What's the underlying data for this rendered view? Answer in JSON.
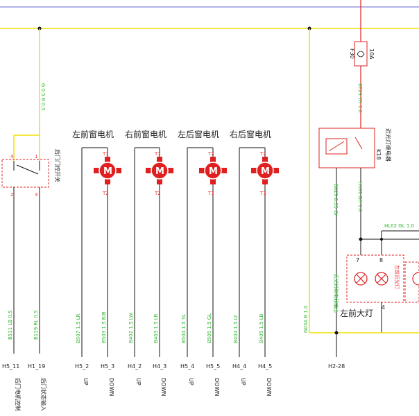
{
  "motors": [
    {
      "title": "左前窗电机",
      "top": "T1",
      "bottom": "T2",
      "wire_up": "B507 1.5 LR",
      "wire_down": "B503 1.5 B/B",
      "pin_up": "H5_2",
      "pin_down": "H5_3"
    },
    {
      "title": "右前窗电机",
      "top": "T1",
      "bottom": "T2",
      "wire_up": "B402 1.5 LW",
      "wire_down": "B403 1.5 LR",
      "pin_up": "H4_2",
      "pin_down": "H4_3"
    },
    {
      "title": "左后窗电机",
      "top": "T2",
      "bottom": "T1",
      "wire_up": "B504 1.5 YL",
      "wire_down": "B505 1.5 GL",
      "pin_up": "H5_4",
      "pin_down": "H5_5"
    },
    {
      "title": "右后窗电机",
      "top": "T2",
      "bottom": "T1",
      "wire_up": "B404 1.5 LY",
      "wire_down": "B405 1.5 LB",
      "pin_up": "H4_4",
      "pin_down": "H4_5"
    }
  ],
  "up_label": "UP",
  "down_label": "DOWN",
  "left_switch": {
    "label": "后门门控开关",
    "pins": [
      "4",
      "1",
      "2",
      "3"
    ],
    "wire_top": "G 0.5 B 0.5",
    "wire_left": "B511 LB 0.5",
    "wire_right": "B119 RL 0.5",
    "pin_left": "H5_11",
    "pin_right": "H1_19",
    "bottom_left": "后门电机控制",
    "bottom_right": "后门状态输入"
  },
  "right_side": {
    "fuse_label": "F30",
    "fuse_value": "10A",
    "wire_fuse": "BT29 YR 1.0",
    "relay_label": "近光灯继电器",
    "relay_code": "K18",
    "wire_relay_out": "B029 0.35 Gr",
    "wire_hl": "HL01 GR 1.0",
    "wire_hl2": "HL02 GL 1.0",
    "lamp_label": "左前大灯",
    "lamp_pins": [
      "7",
      "8"
    ],
    "lamp_side_text": "左前近光灯",
    "wire_left_vertical": "G03A B 1.0",
    "wire_mid_text": "近光灯继电器输出",
    "pin_bottom": "H2-28",
    "lamp_pin_4": "4"
  },
  "colors": {
    "wire_yellow": "#f0e000",
    "wire_black": "#111111",
    "part_red": "#e02020",
    "label_green": "#2db82d",
    "top_blue": "#8888dd"
  }
}
